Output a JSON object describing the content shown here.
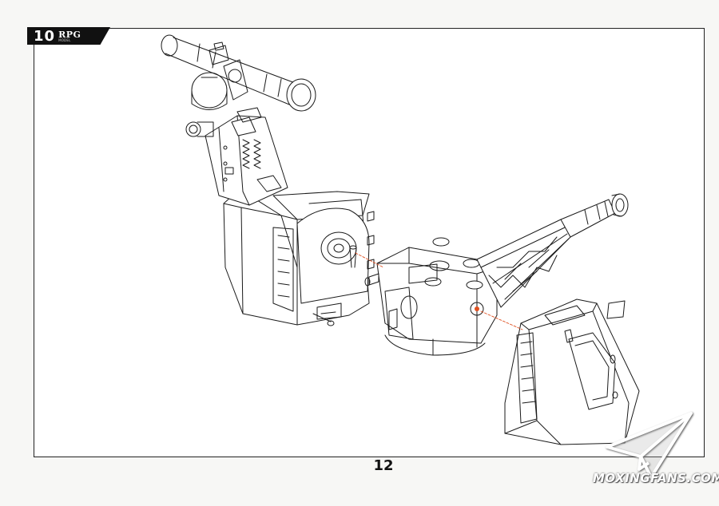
{
  "header": {
    "step_number": "10",
    "brand_logo": "RPG",
    "brand_sub": "MODEL"
  },
  "footer": {
    "page_number": "12"
  },
  "watermark": {
    "text": "MOXINGFANS.COM"
  },
  "colors": {
    "line": "#1a1a1a",
    "guide": "#e05020",
    "frame": "#222222"
  },
  "icons": [
    "paper-plane-icon"
  ]
}
